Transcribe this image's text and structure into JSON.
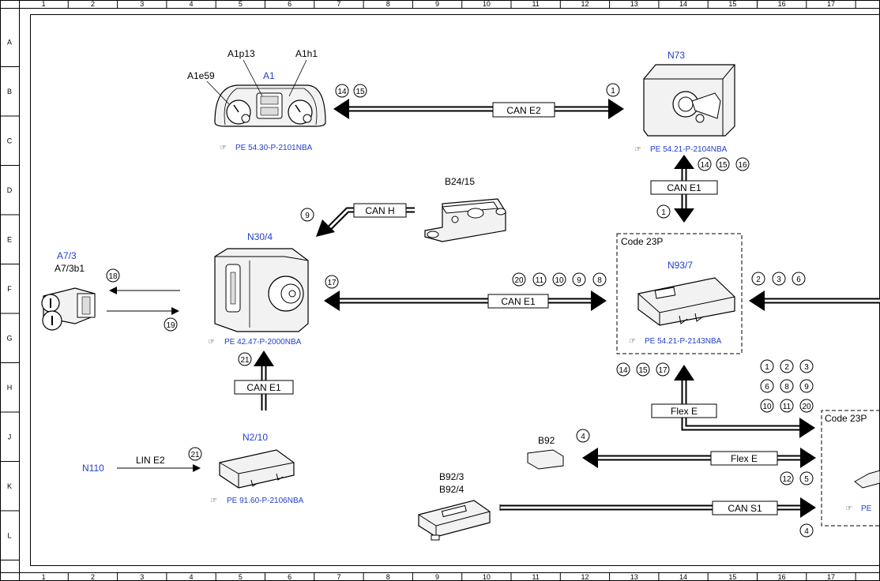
{
  "grid": {
    "columns": [
      "1",
      "2",
      "3",
      "4",
      "5",
      "6",
      "7",
      "8",
      "9",
      "10",
      "11",
      "12",
      "13",
      "14",
      "15",
      "16",
      "17"
    ],
    "rows": [
      "A",
      "B",
      "C",
      "D",
      "E",
      "F",
      "G",
      "H",
      "J",
      "K",
      "L"
    ]
  },
  "components": {
    "a1": {
      "code": "A1",
      "sub_labels": [
        "A1e59",
        "A1p13",
        "A1h1"
      ],
      "ref": "PE 54.30-P-2101NBA"
    },
    "n73": {
      "code": "N73",
      "ref": "PE 54.21-P-2104NBA"
    },
    "b24_15": {
      "code": "B24/15"
    },
    "a7_3": {
      "code": "A7/3",
      "sub_label": "A7/3b1"
    },
    "n30_4": {
      "code": "N30/4",
      "ref": "PE 42.47-P-2000NBA"
    },
    "n93_7": {
      "code": "N93/7",
      "ref": "PE 54.21-P-2143NBA",
      "box_label": "Code 23P"
    },
    "n2_10": {
      "code": "N2/10",
      "ref": "PE 91.60-P-2106NBA"
    },
    "n110": {
      "code": "N110"
    },
    "b92": {
      "code": "B92"
    },
    "b92_3": {
      "code": "B92/3",
      "code2": "B92/4"
    },
    "right_box": {
      "box_label": "Code 23P",
      "ref_partial": "PE"
    }
  },
  "buses": {
    "can_e2": "CAN E2",
    "can_h": "CAN H",
    "can_e1_top": "CAN E1",
    "can_e1_mid": "CAN E1",
    "can_e1_low": "CAN E1",
    "lin_e2": "LIN E2",
    "flex_e_vert": "Flex E",
    "flex_e_horiz": "Flex E",
    "can_s1": "CAN S1"
  },
  "circle_numbers": {
    "a1_left": [
      "14",
      "15"
    ],
    "n73_right": [
      "1"
    ],
    "n73_down": [
      "14",
      "15",
      "16"
    ],
    "n73_bottom": [
      "1"
    ],
    "can_h": [
      "9"
    ],
    "a7_top": [
      "18"
    ],
    "a7_bottom": [
      "19"
    ],
    "n30_right": [
      "17"
    ],
    "can_e1_mid": [
      "20",
      "11",
      "10",
      "9",
      "8"
    ],
    "n93_right": [
      "2",
      "3",
      "6"
    ],
    "n30_bottom": [
      "21"
    ],
    "lin": [
      "21"
    ],
    "n93_below": [
      "14",
      "15",
      "17"
    ],
    "flex_grid": [
      "1",
      "2",
      "3",
      "6",
      "8",
      "9",
      "10",
      "11",
      "20"
    ],
    "b92": [
      "4"
    ],
    "flex_below": [
      "12",
      "5"
    ],
    "can_s1": [
      "4"
    ]
  },
  "colors": {
    "accent": "#1f3fd0",
    "line": "#000000"
  }
}
